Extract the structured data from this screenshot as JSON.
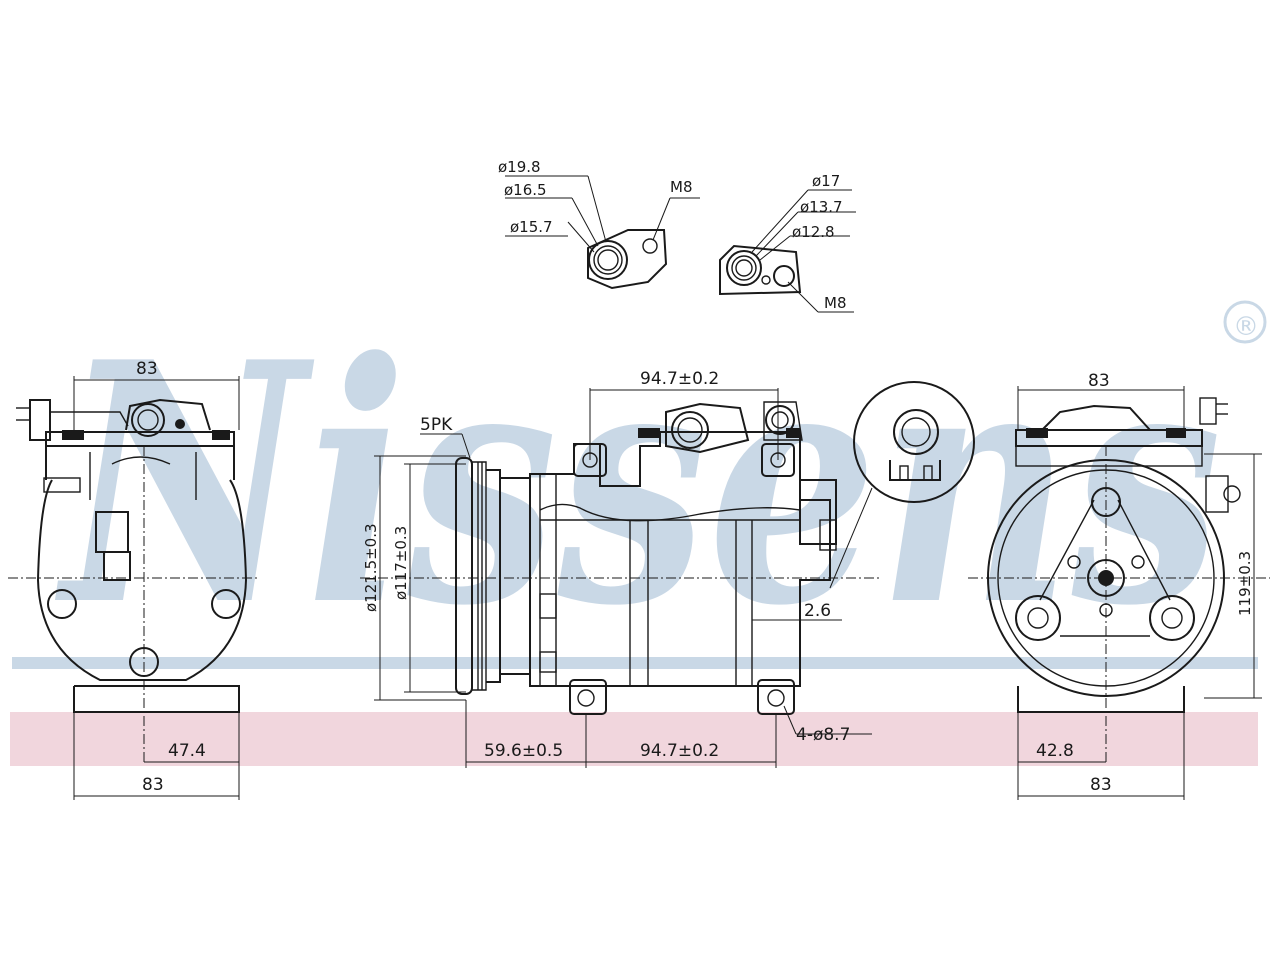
{
  "watermark": {
    "brand": "Nissens",
    "registered_mark": "®",
    "band_color": "#f1d6dd",
    "watermark_color": "#c9d8e6"
  },
  "fitting_suction": {
    "d1": "ø19.8",
    "d2": "ø16.5",
    "d3": "ø15.7",
    "thread": "M8"
  },
  "fitting_discharge": {
    "d1": "ø17",
    "d2": "ø13.7",
    "d3": "ø12.8",
    "thread": "M8"
  },
  "left_view": {
    "width_top": "83",
    "offset": "47.4",
    "width_bottom": "83"
  },
  "side_view": {
    "pulley": "5PK",
    "mount_spacing_top": "94.7±0.2",
    "pulley_diameter": "ø121.5±0.3",
    "clutch_diameter": "ø117±0.3",
    "gap": "2.6",
    "pulley_offset": "59.6±0.5",
    "mount_spacing_bottom": "94.7±0.2",
    "holes": "4-ø8.7"
  },
  "right_view": {
    "width_top": "83",
    "height": "119±0.3",
    "offset": "42.8",
    "width_bottom": "83"
  }
}
